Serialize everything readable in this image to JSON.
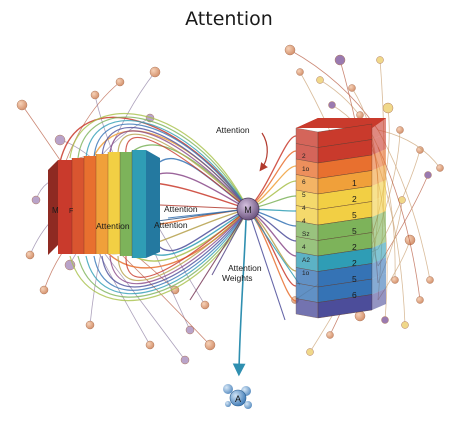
{
  "title": "Attention",
  "labels": {
    "attention_top": "Attention",
    "attention_mid_right": "Attention",
    "attention_mid_left": "Attention",
    "attention_left_stack": "Attention",
    "attention_weights_line1": "Attention",
    "attention_weights_line2": "Weights",
    "hub": "M",
    "bottom_node": "A"
  },
  "left_stack": {
    "panel_letters": [
      "M",
      "F"
    ]
  },
  "right_stack": {
    "left_face_labels": [
      "2",
      "1o",
      "6",
      "5",
      "4",
      "4",
      "Sz",
      "4",
      "A2",
      "1o"
    ],
    "front_face_labels": [
      "1",
      "2",
      "5",
      "5",
      "2",
      "2",
      "5",
      "6"
    ]
  },
  "colors": {
    "red": "#c93a2c",
    "orange": "#e8702f",
    "amber": "#f0a03a",
    "yellow": "#f2cf44",
    "green": "#7db35a",
    "teal": "#2f9db5",
    "blue": "#3573b5",
    "indigo": "#4c4d9a",
    "node": "#e6b08e",
    "hub": "#8a6fa0"
  }
}
